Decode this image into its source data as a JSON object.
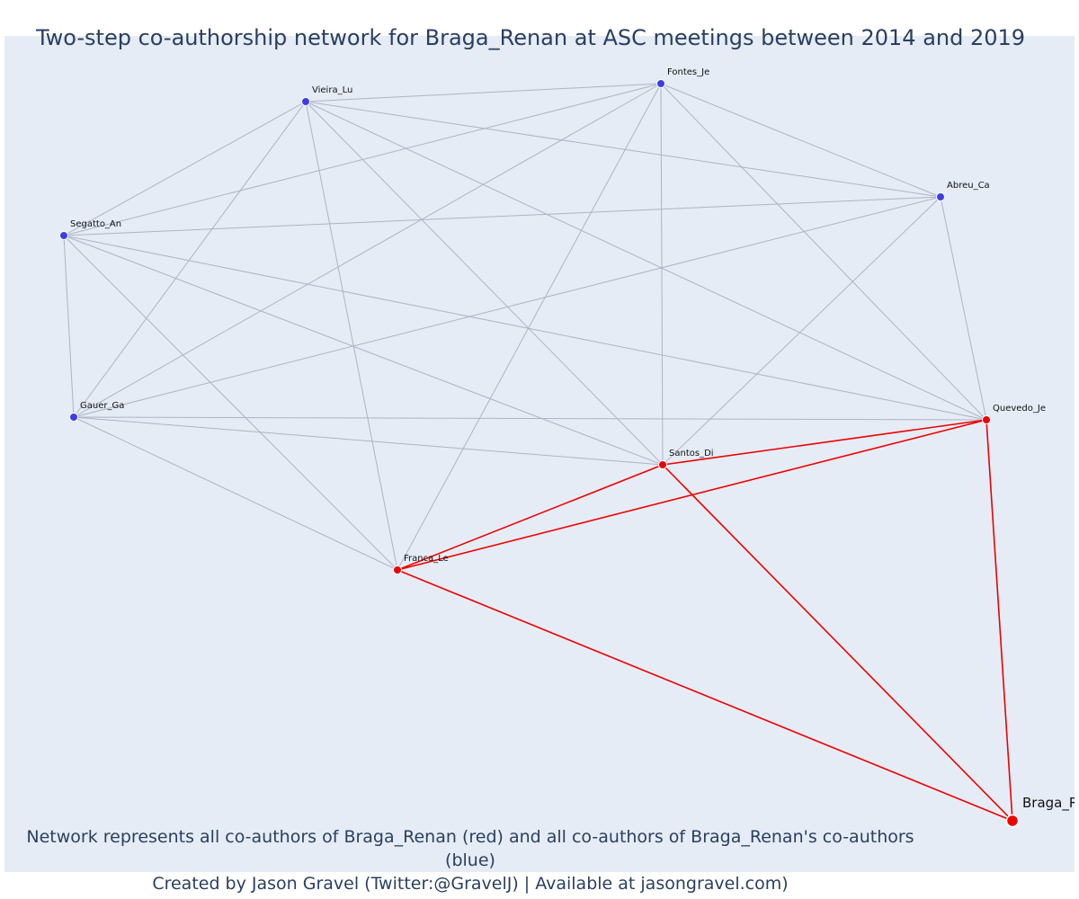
{
  "title": "Two-step co-authorship network for Braga_Renan at ASC meetings between 2014 and 2019",
  "footer": {
    "line1": "Network represents all co-authors of Braga_Renan (red) and all co-authors of Braga_Renan's co-authors (blue)",
    "line2": "Created by Jason Gravel (Twitter:@GravelJ) | Available at jasongravel.com)"
  },
  "colors": {
    "plot_background": "#e5ecf6",
    "coauthor_red": "#ee0000",
    "second_step_blue": "#3b3ee6",
    "edge_grey": "#aeb4c2"
  },
  "nodes": [
    {
      "id": "Vieira_Lu",
      "label": "Vieira_Lu",
      "group": "blue"
    },
    {
      "id": "Fontes_Je",
      "label": "Fontes_Je",
      "group": "blue"
    },
    {
      "id": "Abreu_Ca",
      "label": "Abreu_Ca",
      "group": "blue"
    },
    {
      "id": "Segatto_An",
      "label": "Segatto_An",
      "group": "blue"
    },
    {
      "id": "Gauer_Ga",
      "label": "Gauer_Ga",
      "group": "blue"
    },
    {
      "id": "Quevedo_Je",
      "label": "Quevedo_Je",
      "group": "red"
    },
    {
      "id": "Santos_Di",
      "label": "Santos_Di",
      "group": "red"
    },
    {
      "id": "Franca_Le",
      "label": "Franca_Le",
      "group": "red"
    },
    {
      "id": "Braga_Renan",
      "label": "Braga_Re",
      "group": "focal"
    }
  ],
  "edges": [
    {
      "source": "Vieira_Lu",
      "target": "Fontes_Je",
      "group": "blue"
    },
    {
      "source": "Vieira_Lu",
      "target": "Abreu_Ca",
      "group": "blue"
    },
    {
      "source": "Vieira_Lu",
      "target": "Segatto_An",
      "group": "blue"
    },
    {
      "source": "Vieira_Lu",
      "target": "Gauer_Ga",
      "group": "blue"
    },
    {
      "source": "Vieira_Lu",
      "target": "Quevedo_Je",
      "group": "blue"
    },
    {
      "source": "Vieira_Lu",
      "target": "Santos_Di",
      "group": "blue"
    },
    {
      "source": "Vieira_Lu",
      "target": "Franca_Le",
      "group": "blue"
    },
    {
      "source": "Fontes_Je",
      "target": "Abreu_Ca",
      "group": "blue"
    },
    {
      "source": "Fontes_Je",
      "target": "Segatto_An",
      "group": "blue"
    },
    {
      "source": "Fontes_Je",
      "target": "Gauer_Ga",
      "group": "blue"
    },
    {
      "source": "Fontes_Je",
      "target": "Quevedo_Je",
      "group": "blue"
    },
    {
      "source": "Fontes_Je",
      "target": "Santos_Di",
      "group": "blue"
    },
    {
      "source": "Fontes_Je",
      "target": "Franca_Le",
      "group": "blue"
    },
    {
      "source": "Abreu_Ca",
      "target": "Segatto_An",
      "group": "blue"
    },
    {
      "source": "Abreu_Ca",
      "target": "Gauer_Ga",
      "group": "blue"
    },
    {
      "source": "Abreu_Ca",
      "target": "Quevedo_Je",
      "group": "blue"
    },
    {
      "source": "Abreu_Ca",
      "target": "Santos_Di",
      "group": "blue"
    },
    {
      "source": "Segatto_An",
      "target": "Gauer_Ga",
      "group": "blue"
    },
    {
      "source": "Segatto_An",
      "target": "Quevedo_Je",
      "group": "blue"
    },
    {
      "source": "Segatto_An",
      "target": "Santos_Di",
      "group": "blue"
    },
    {
      "source": "Segatto_An",
      "target": "Franca_Le",
      "group": "blue"
    },
    {
      "source": "Gauer_Ga",
      "target": "Quevedo_Je",
      "group": "blue"
    },
    {
      "source": "Gauer_Ga",
      "target": "Santos_Di",
      "group": "blue"
    },
    {
      "source": "Gauer_Ga",
      "target": "Franca_Le",
      "group": "blue"
    },
    {
      "source": "Quevedo_Je",
      "target": "Santos_Di",
      "group": "red"
    },
    {
      "source": "Quevedo_Je",
      "target": "Franca_Le",
      "group": "red"
    },
    {
      "source": "Santos_Di",
      "target": "Franca_Le",
      "group": "red"
    },
    {
      "source": "Braga_Renan",
      "target": "Franca_Le",
      "group": "red"
    },
    {
      "source": "Braga_Renan",
      "target": "Santos_Di",
      "group": "red"
    },
    {
      "source": "Braga_Renan",
      "target": "Quevedo_Je",
      "group": "red"
    }
  ]
}
